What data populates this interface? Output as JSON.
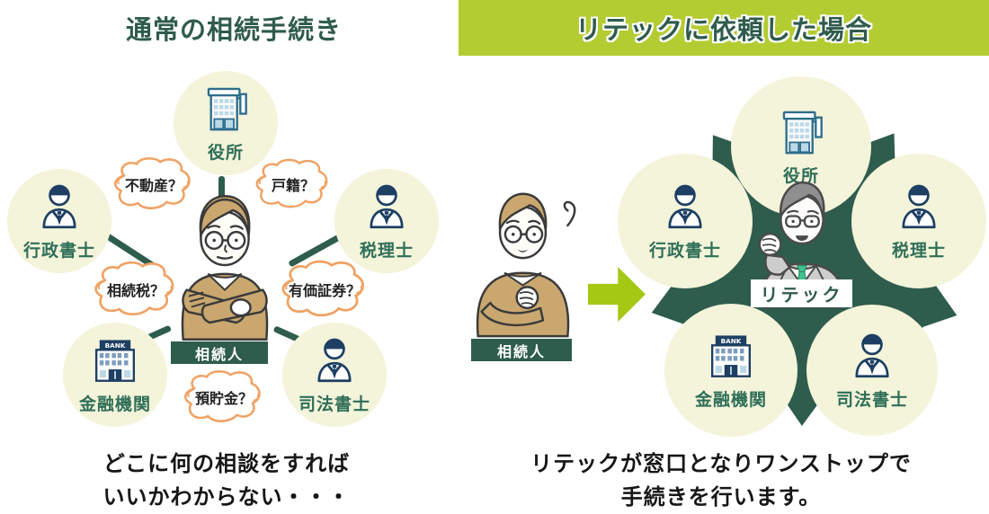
{
  "left": {
    "title": "通常の相続手続き",
    "nodes": {
      "yakusho": "役所",
      "gyosei": "行政書士",
      "zeirishi": "税理士",
      "kinyu": "金融機関",
      "shiho": "司法書士"
    },
    "bubbles": {
      "fudosan": "不動産？",
      "koseki": "戸籍？",
      "sozokuzei": "相続税？",
      "yukashoken": "有価証券？",
      "yochokin": "預貯金？"
    },
    "heir_label": "相続人",
    "caption": [
      "どこに何の相談をすれば",
      "いいかわからない・・・"
    ]
  },
  "right": {
    "title": "リテックに依頼した場合",
    "heir_label": "相続人",
    "center_label": "リテック",
    "nodes": {
      "yakusho": "役所",
      "gyosei": "行政書士",
      "zeirishi": "税理士",
      "kinyu": "金融機関",
      "shiho": "司法書士"
    },
    "caption": [
      "リテックが窓口となりワンストップで",
      "手続きを行います。"
    ]
  },
  "icons": {
    "bank_sign_text": "BANK",
    "person": "person-icon",
    "government_building": "government-building-icon",
    "bank_building": "bank-building-icon",
    "arrow": "flow-arrow-icon"
  },
  "colors": {
    "dark_green": "#2e5c4d",
    "banner_green": "#b3cc32",
    "arrow_green": "#a5c815",
    "pale_circle": "#f3f4da",
    "bubble_orange": "#f0a263",
    "icon_navy": "#1d3f63",
    "node_label_green": "#2f6e58"
  }
}
